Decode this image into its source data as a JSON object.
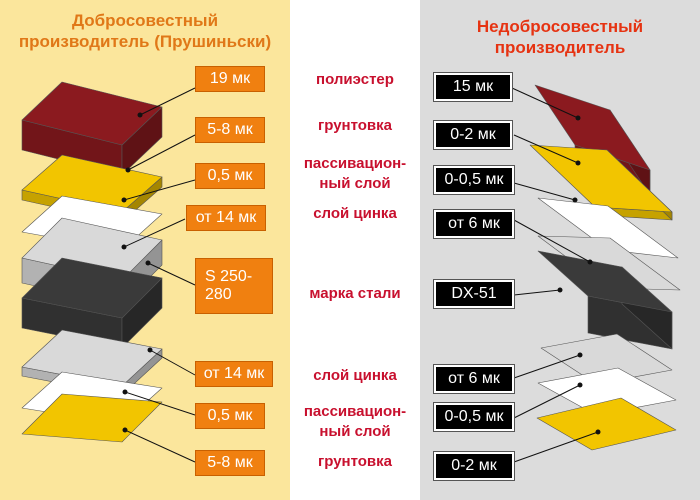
{
  "left_title": [
    "Добросовестный",
    "производитель (Прушиньски)"
  ],
  "right_title": [
    "Недобросовестный",
    "производитель"
  ],
  "layer_labels": [
    [
      "полиэстер"
    ],
    [
      "грунтовка"
    ],
    [
      "пассивацион-",
      "ный слой"
    ],
    [
      "слой цинка"
    ],
    [
      "марка стали"
    ],
    [
      "слой цинка"
    ],
    [
      "пассивацион-",
      "ный слой"
    ],
    [
      "грунтовка"
    ]
  ],
  "left_values": [
    [
      "19 мк"
    ],
    [
      "5-8 мк"
    ],
    [
      "0,5 мк"
    ],
    [
      "от 14 мк"
    ],
    [
      "S 250-",
      "280"
    ],
    [
      "от 14 мк"
    ],
    [
      "0,5 мк"
    ],
    [
      "5-8 мк"
    ]
  ],
  "right_values": [
    [
      "15 мк"
    ],
    [
      "0-2 мк"
    ],
    [
      "0-0,5 мк"
    ],
    [
      "от 6 мк"
    ],
    [
      "DX-51"
    ],
    [
      "от 6 мк"
    ],
    [
      "0-0,5 мк"
    ],
    [
      "0-2 мк"
    ]
  ],
  "colors": {
    "left_bg": "#fbe69c",
    "right_bg": "#dcdcdc",
    "accent_orange": "#f08010",
    "label_red": "#c8102e",
    "polyester": "#8b1a1f",
    "primer": "#f2c500",
    "zinc": "#d9d9d9",
    "steel": "#3a3a3a",
    "passivation": "#ffffff"
  }
}
